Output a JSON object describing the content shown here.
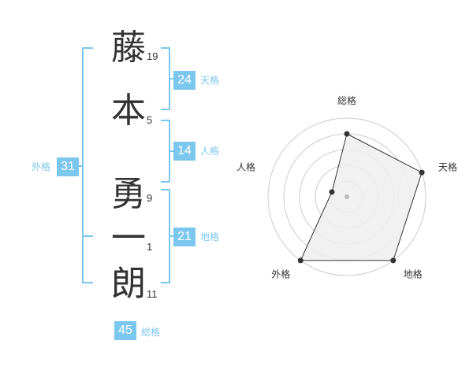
{
  "name_chars": [
    {
      "char": "藤",
      "strokes": "19"
    },
    {
      "char": "本",
      "strokes": "5"
    },
    {
      "char": "勇",
      "strokes": "9"
    },
    {
      "char": "一",
      "strokes": "1"
    },
    {
      "char": "朗",
      "strokes": "11"
    }
  ],
  "kakusu": {
    "tenkaku": {
      "value": "24",
      "label": "天格"
    },
    "jinkaku": {
      "value": "14",
      "label": "人格"
    },
    "chikaku": {
      "value": "21",
      "label": "地格"
    },
    "gaikaku": {
      "value": "31",
      "label": "外格"
    },
    "soukaku": {
      "value": "45",
      "label": "総格"
    }
  },
  "radar": {
    "axes": [
      "総格",
      "天格",
      "地格",
      "外格",
      "人格"
    ],
    "levels": [
      4,
      5,
      5,
      5,
      1
    ],
    "max": 5,
    "colors": {
      "grid": "#cccccc",
      "fill": "#eeeeee",
      "line": "#333333",
      "point": "#333333",
      "center": "#bbbbbb"
    }
  }
}
